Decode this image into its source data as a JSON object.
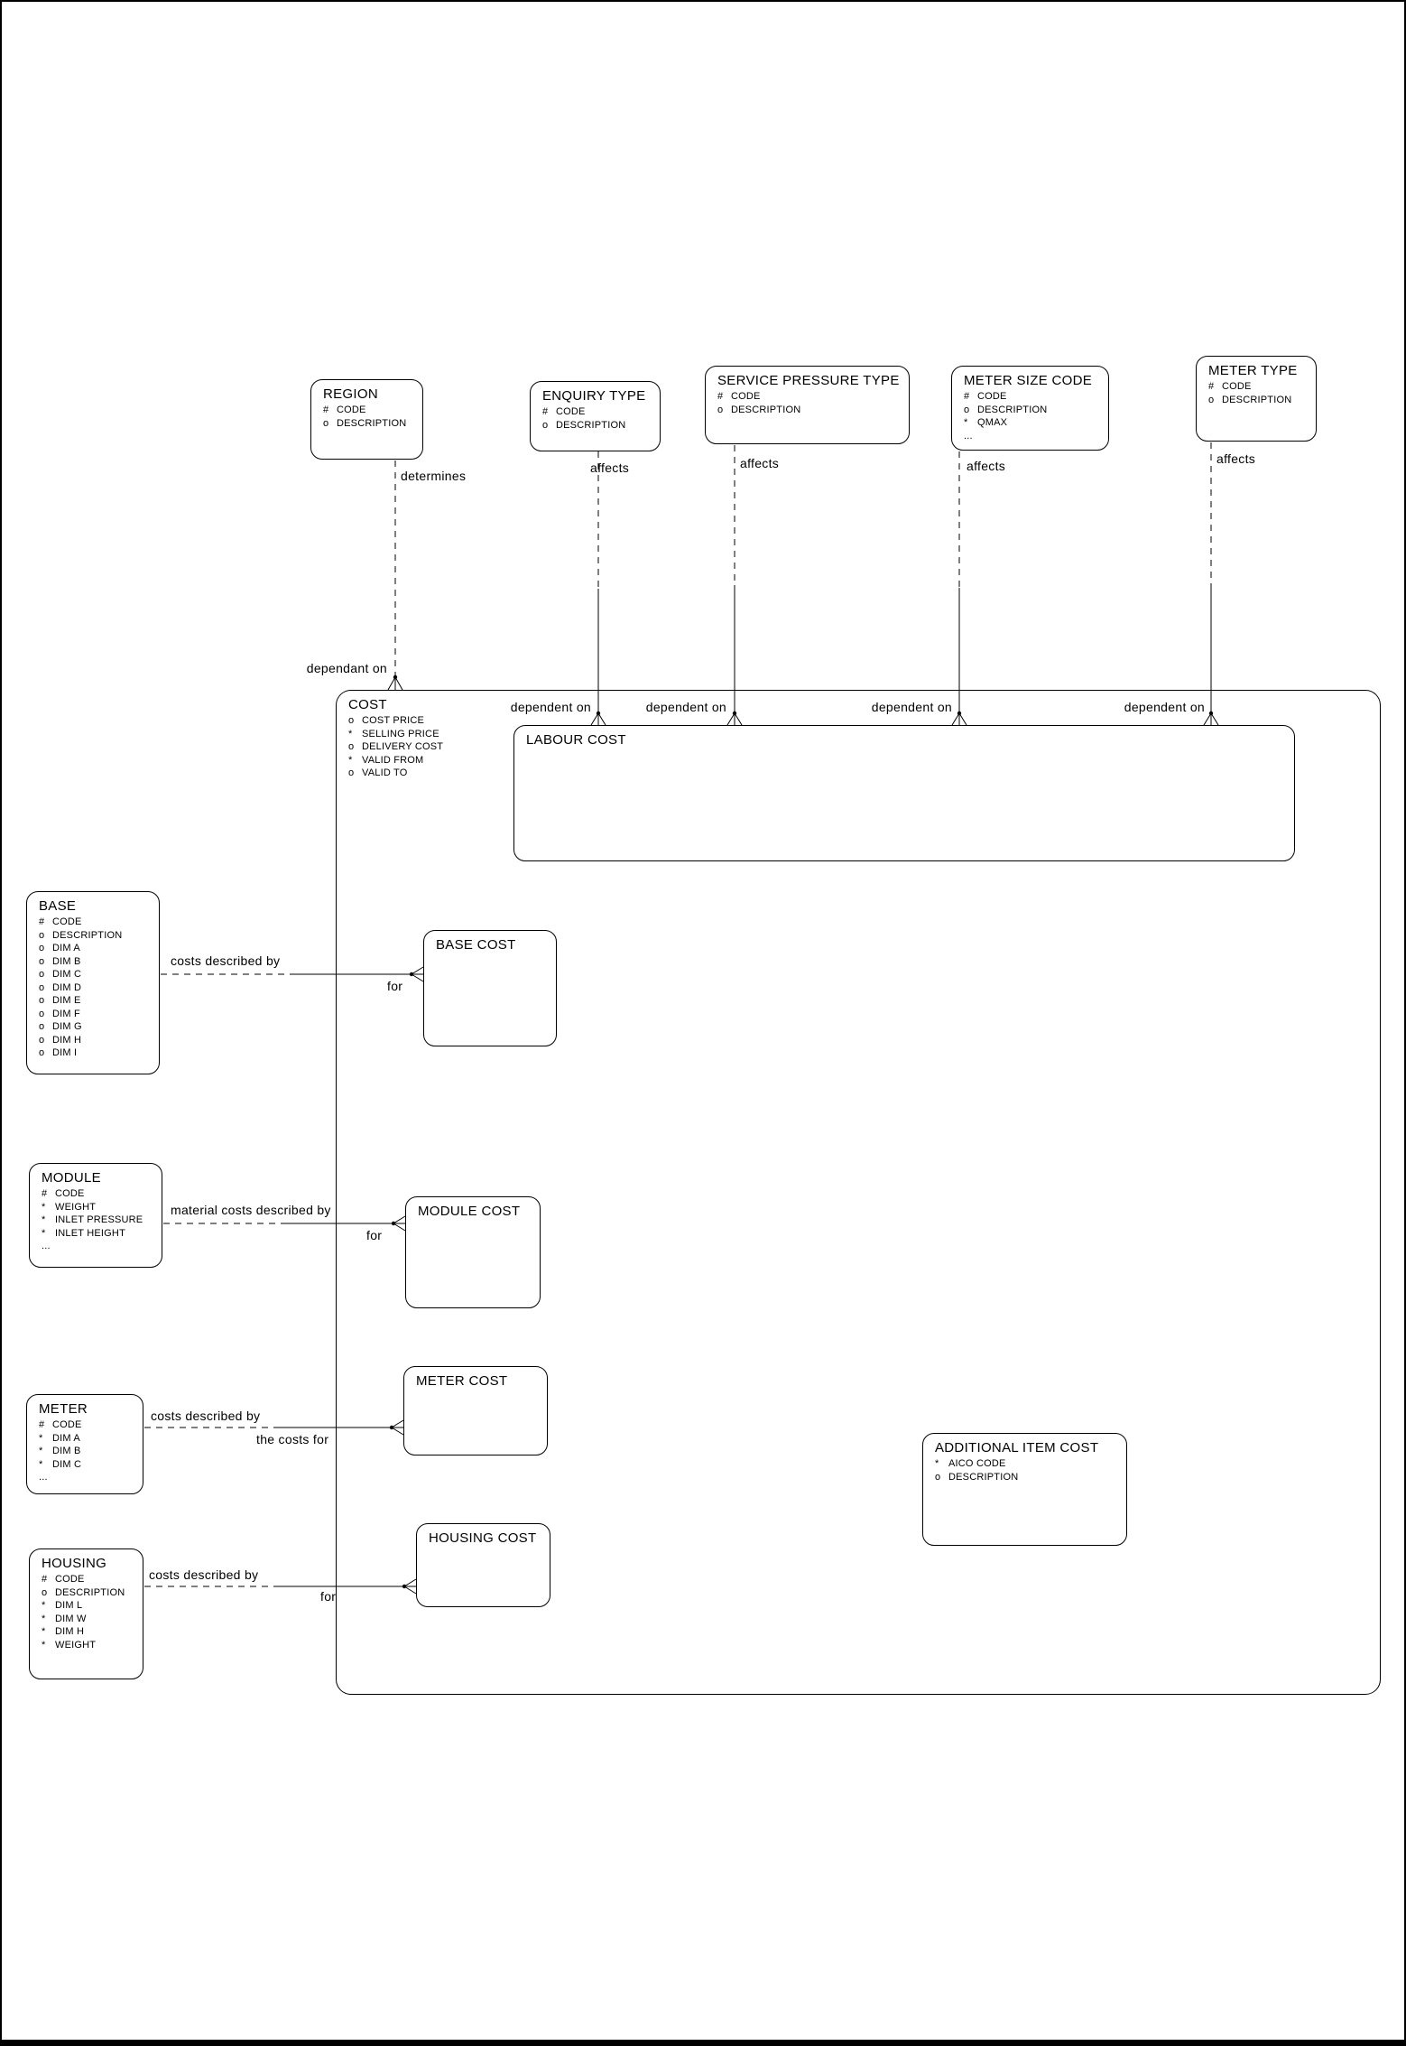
{
  "entities": {
    "region": {
      "title": "REGION",
      "attrs": [
        {
          "p": "#",
          "n": "CODE"
        },
        {
          "p": "o",
          "n": "DESCRIPTION"
        }
      ]
    },
    "enquiry_type": {
      "title": "ENQUIRY TYPE",
      "attrs": [
        {
          "p": "#",
          "n": "CODE"
        },
        {
          "p": "o",
          "n": "DESCRIPTION"
        }
      ]
    },
    "service_pressure_type": {
      "title": "SERVICE PRESSURE TYPE",
      "attrs": [
        {
          "p": "#",
          "n": "CODE"
        },
        {
          "p": "o",
          "n": "DESCRIPTION"
        }
      ]
    },
    "meter_size_code": {
      "title": "METER SIZE CODE",
      "attrs": [
        {
          "p": "#",
          "n": "CODE"
        },
        {
          "p": "o",
          "n": "DESCRIPTION"
        },
        {
          "p": "*",
          "n": "QMAX"
        },
        {
          "p": "...",
          "n": ""
        }
      ]
    },
    "meter_type": {
      "title": "METER TYPE",
      "attrs": [
        {
          "p": "#",
          "n": "CODE"
        },
        {
          "p": "o",
          "n": "DESCRIPTION"
        }
      ]
    },
    "cost": {
      "title": "COST",
      "attrs": [
        {
          "p": "o",
          "n": "COST PRICE"
        },
        {
          "p": "*",
          "n": "SELLING PRICE"
        },
        {
          "p": "o",
          "n": "DELIVERY COST"
        },
        {
          "p": "*",
          "n": "VALID FROM"
        },
        {
          "p": "o",
          "n": "VALID TO"
        }
      ]
    },
    "labour_cost": {
      "title": "LABOUR COST",
      "attrs": []
    },
    "base": {
      "title": "BASE",
      "attrs": [
        {
          "p": "#",
          "n": "CODE"
        },
        {
          "p": "o",
          "n": "DESCRIPTION"
        },
        {
          "p": "o",
          "n": "DIM A"
        },
        {
          "p": "o",
          "n": "DIM B"
        },
        {
          "p": "o",
          "n": "DIM C"
        },
        {
          "p": "o",
          "n": "DIM D"
        },
        {
          "p": "o",
          "n": "DIM E"
        },
        {
          "p": "o",
          "n": "DIM F"
        },
        {
          "p": "o",
          "n": "DIM G"
        },
        {
          "p": "o",
          "n": "DIM H"
        },
        {
          "p": "o",
          "n": "DIM I"
        }
      ]
    },
    "base_cost": {
      "title": "BASE COST",
      "attrs": []
    },
    "module": {
      "title": "MODULE",
      "attrs": [
        {
          "p": "#",
          "n": "CODE"
        },
        {
          "p": "*",
          "n": "WEIGHT"
        },
        {
          "p": "*",
          "n": "INLET PRESSURE"
        },
        {
          "p": "*",
          "n": "INLET HEIGHT"
        },
        {
          "p": "...",
          "n": ""
        }
      ]
    },
    "module_cost": {
      "title": "MODULE COST",
      "attrs": []
    },
    "meter": {
      "title": "METER",
      "attrs": [
        {
          "p": "#",
          "n": "CODE"
        },
        {
          "p": "*",
          "n": "DIM A"
        },
        {
          "p": "*",
          "n": "DIM B"
        },
        {
          "p": "*",
          "n": "DIM C"
        },
        {
          "p": "...",
          "n": ""
        }
      ]
    },
    "meter_cost": {
      "title": "METER COST",
      "attrs": []
    },
    "housing": {
      "title": "HOUSING",
      "attrs": [
        {
          "p": "#",
          "n": "CODE"
        },
        {
          "p": "o",
          "n": "DESCRIPTION"
        },
        {
          "p": "*",
          "n": "DIM L"
        },
        {
          "p": "*",
          "n": "DIM W"
        },
        {
          "p": "*",
          "n": "DIM H"
        },
        {
          "p": "*",
          "n": "WEIGHT"
        }
      ]
    },
    "housing_cost": {
      "title": "HOUSING COST",
      "attrs": []
    },
    "additional_item_cost": {
      "title": "ADDITIONAL ITEM COST",
      "attrs": [
        {
          "p": "*",
          "n": "AICO CODE"
        },
        {
          "p": "o",
          "n": "DESCRIPTION"
        }
      ]
    }
  },
  "rels": {
    "region_cost": {
      "near": "determines",
      "far": "dependant on"
    },
    "enquiry_labour": {
      "near": "affects",
      "far": "dependent on"
    },
    "service_pressure_labour": {
      "near": "affects",
      "far": "dependent on"
    },
    "meter_size_labour": {
      "near": "affects",
      "far": "dependent on"
    },
    "meter_type_labour": {
      "near": "affects",
      "far": "dependent on"
    },
    "base_base_cost": {
      "near": "costs described by",
      "far": "for"
    },
    "module_module_cost": {
      "near": "material costs described by",
      "far": "for"
    },
    "meter_meter_cost": {
      "near": "costs described by",
      "far": "the costs for"
    },
    "housing_housing_cost": {
      "near": "costs described by",
      "far": "for"
    }
  },
  "colors": {
    "background": "#ffffff",
    "line": "#000000"
  }
}
